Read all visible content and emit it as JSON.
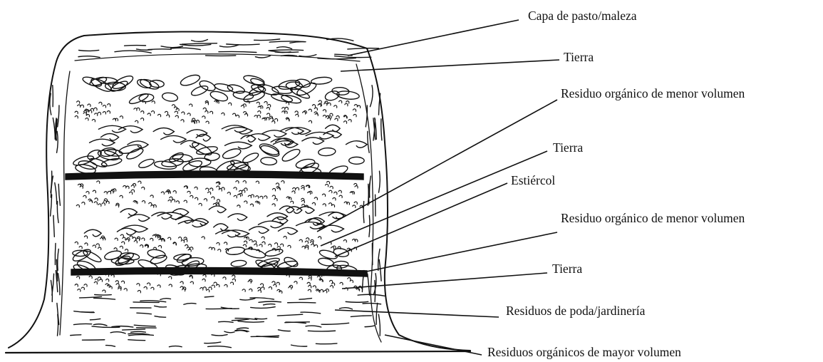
{
  "diagram": {
    "labels": [
      {
        "id": "capa-pasto",
        "text": "Capa de pasto/maleza"
      },
      {
        "id": "tierra-1",
        "text": "Tierra"
      },
      {
        "id": "residuo-menor-1",
        "text": "Residuo orgánico de menor volumen"
      },
      {
        "id": "tierra-2",
        "text": "Tierra"
      },
      {
        "id": "estiercol",
        "text": "Estiércol"
      },
      {
        "id": "residuo-menor-2",
        "text": "Residuo orgánico de menor volumen"
      },
      {
        "id": "tierra-3",
        "text": "Tierra"
      },
      {
        "id": "residuos-poda",
        "text": "Residuos de poda/jardinería"
      },
      {
        "id": "residuos-mayor",
        "text": "Residuos orgánicos de mayor volumen"
      }
    ]
  }
}
